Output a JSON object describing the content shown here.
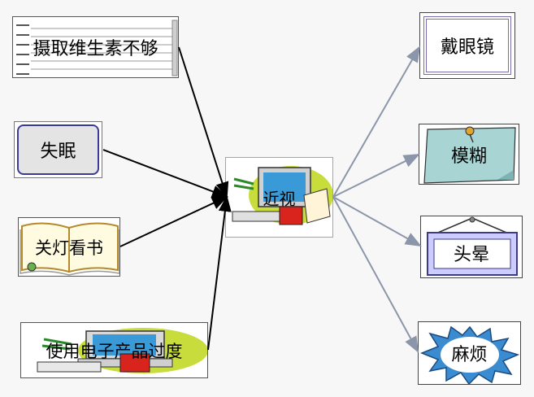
{
  "causes": [
    {
      "label": "摄取维生素不够"
    },
    {
      "label": "失眠"
    },
    {
      "label": "关灯看书"
    },
    {
      "label": "使用电子产品过度"
    }
  ],
  "center": {
    "label": "近视"
  },
  "effects": [
    {
      "label": "戴眼镜"
    },
    {
      "label": "模糊"
    },
    {
      "label": "头晕"
    },
    {
      "label": "麻烦"
    }
  ],
  "colors": {
    "cause_arrow": "#000000",
    "effect_arrow": "#8c96aa",
    "frame_purple": "#7b6bb0",
    "note_teal": "#a9d4d4",
    "burst_blue": "#3a8bd0",
    "insomnia_fill": "#e4e4e4",
    "insomnia_border": "#3a3a9c"
  }
}
